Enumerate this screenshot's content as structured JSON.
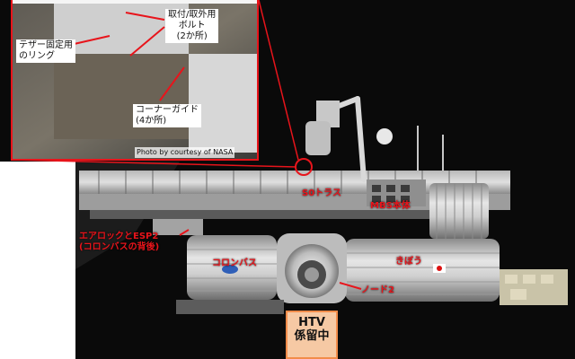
{
  "inset": {
    "label_ring": "テザー固定用\nのリング",
    "label_bolt": "取付/取外用\nボルト\n(2か所)",
    "label_guide": "コーナーガイド\n(4か所)",
    "credit": "Photo by courtesy of NASA"
  },
  "station": {
    "label_s0": "S0トラス",
    "label_mbs": "MBS本体",
    "label_airlock": "エアロックとESP2\n(コロンバスの背後)",
    "label_columbus": "コロンバス",
    "label_kibo": "きぼう",
    "label_node2": "ノード2",
    "label_htv_line1": "HTV",
    "label_htv_line2": "係留中"
  },
  "colors": {
    "accent_red": "#e8141b",
    "htv_fill": "#f6c9a4",
    "htv_border": "#f28c4a",
    "space": "#0a0a0a"
  }
}
